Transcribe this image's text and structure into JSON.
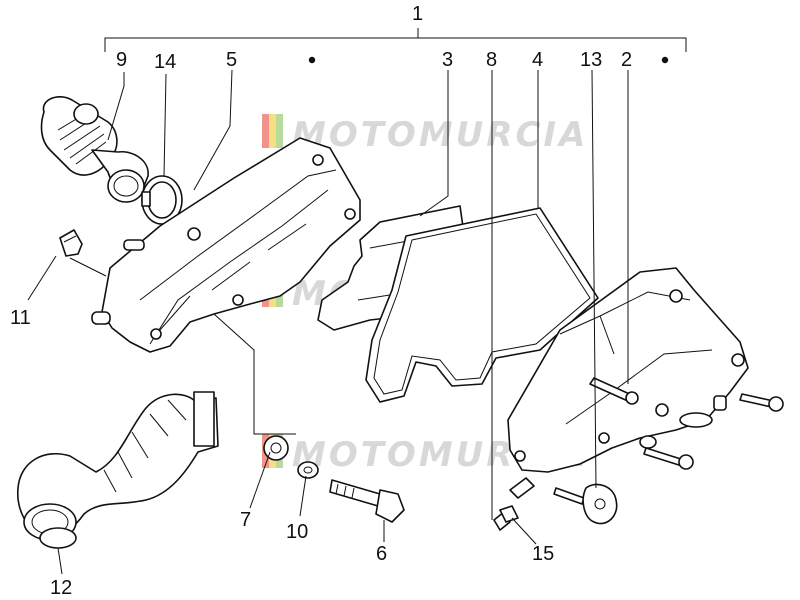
{
  "diagram": {
    "assembly_label": "1",
    "part_labels": [
      "9",
      "14",
      "5",
      "3",
      "8",
      "4",
      "13",
      "2",
      "11",
      "7",
      "10",
      "6",
      "15",
      "12"
    ],
    "watermark": "MOTOMURCIA",
    "colors": {
      "line": "#111111",
      "watermark_text": "#d8d8d8",
      "flag_red": "#e53a2c",
      "flag_yellow": "#f2c21d",
      "flag_green": "#7dbb4a"
    }
  }
}
